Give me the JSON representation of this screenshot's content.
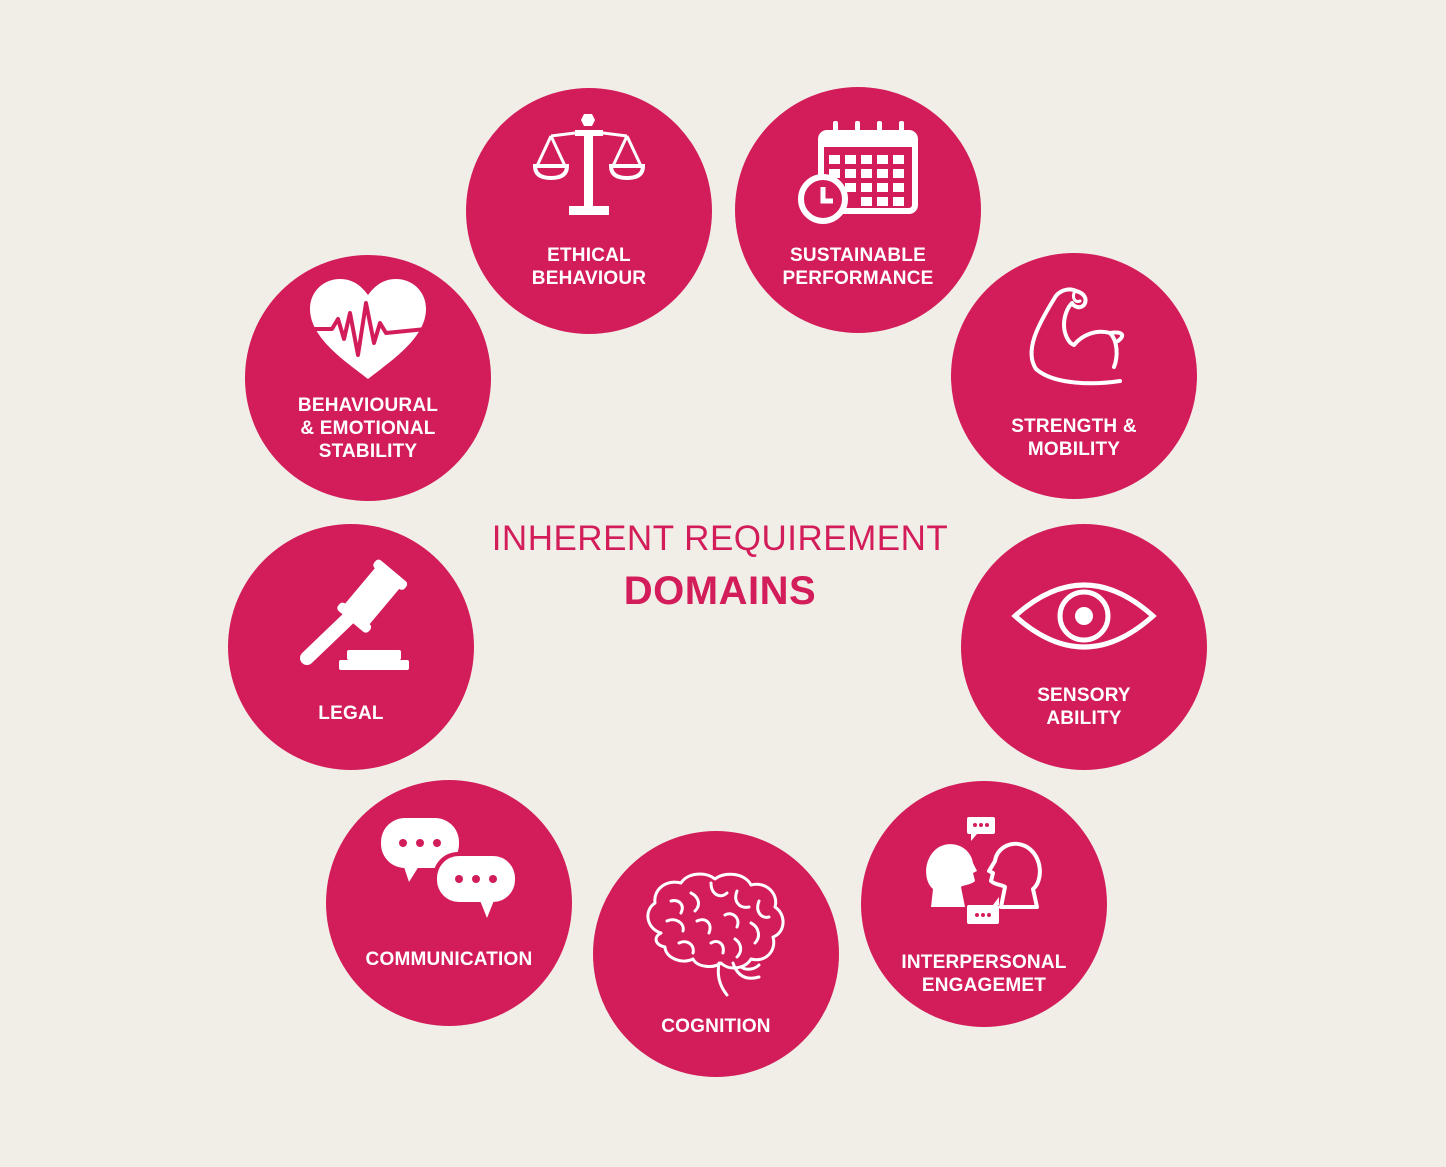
{
  "title": {
    "line1": "INHERENT REQUIREMENT",
    "line2": "DOMAINS"
  },
  "colors": {
    "background": "#f1eee8",
    "accent": "#d31d5a",
    "icon": "#ffffff"
  },
  "domains": [
    {
      "id": "ethical",
      "label": [
        "ETHICAL",
        "BEHAVIOUR"
      ],
      "icon": "scales-icon"
    },
    {
      "id": "sustainable",
      "label": [
        "SUSTAINABLE",
        "PERFORMANCE"
      ],
      "icon": "calendar-clock-icon"
    },
    {
      "id": "strength",
      "label": [
        "STRENGTH &",
        "MOBILITY"
      ],
      "icon": "flexed-arm-icon"
    },
    {
      "id": "sensory",
      "label": [
        "SENSORY",
        "ABILITY"
      ],
      "icon": "eye-icon"
    },
    {
      "id": "interpersonal",
      "label": [
        "INTERPERSONAL",
        "ENGAGEMET"
      ],
      "icon": "two-heads-talking-icon"
    },
    {
      "id": "cognition",
      "label": [
        "COGNITION"
      ],
      "icon": "brain-icon"
    },
    {
      "id": "communication",
      "label": [
        "COMMUNICATION"
      ],
      "icon": "speech-bubbles-icon"
    },
    {
      "id": "legal",
      "label": [
        "LEGAL"
      ],
      "icon": "gavel-icon"
    },
    {
      "id": "behavioural",
      "label": [
        "BEHAVIOURAL",
        "& EMOTIONAL",
        "STABILITY"
      ],
      "icon": "heart-pulse-icon"
    }
  ]
}
